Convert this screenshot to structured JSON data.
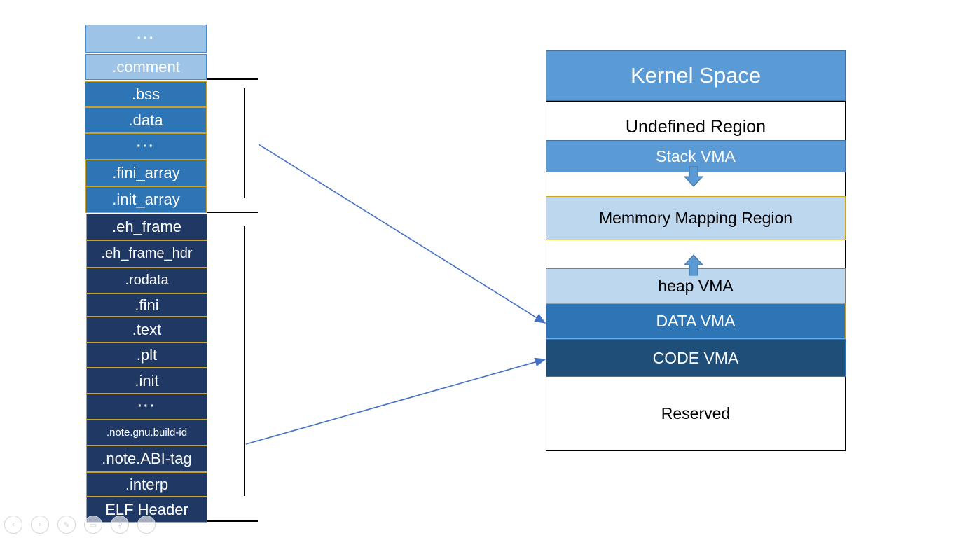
{
  "elf_sections": [
    {
      "label": "···",
      "tone": "light"
    },
    {
      "label": ".comment",
      "tone": "light"
    },
    {
      "label": ".bss",
      "tone": "mid"
    },
    {
      "label": ".data",
      "tone": "mid"
    },
    {
      "label": "···",
      "tone": "mid"
    },
    {
      "label": ".fini_array",
      "tone": "mid"
    },
    {
      "label": ".init_array",
      "tone": "mid"
    },
    {
      "label": ".eh_frame",
      "tone": "dark"
    },
    {
      "label": ".eh_frame_hdr",
      "tone": "dark"
    },
    {
      "label": ".rodata",
      "tone": "dark"
    },
    {
      "label": ".fini",
      "tone": "dark"
    },
    {
      "label": ".text",
      "tone": "dark"
    },
    {
      "label": ".plt",
      "tone": "dark"
    },
    {
      "label": ".init",
      "tone": "dark"
    },
    {
      "label": "···",
      "tone": "dark"
    },
    {
      "label": ".note.gnu.build-id",
      "tone": "dark"
    },
    {
      "label": ".note.ABI-tag",
      "tone": "dark"
    },
    {
      "label": ".interp",
      "tone": "dark"
    },
    {
      "label": "ELF Header",
      "tone": "dark"
    }
  ],
  "memory_regions": [
    {
      "label": "Kernel Space",
      "tone": "kernel"
    },
    {
      "label": "Undefined Region",
      "tone": "white"
    },
    {
      "label": "Stack  VMA",
      "tone": "stack"
    },
    {
      "label": "",
      "tone": "white"
    },
    {
      "label": "Memmory Mapping Region",
      "tone": "mmap"
    },
    {
      "label": "",
      "tone": "white"
    },
    {
      "label": "heap  VMA",
      "tone": "heap"
    },
    {
      "label": "DATA  VMA",
      "tone": "data"
    },
    {
      "label": "CODE  VMA",
      "tone": "code"
    },
    {
      "label": "Reserved",
      "tone": "white"
    }
  ],
  "colors": {
    "light_section": "#9dc3e6",
    "mid_section": "#2e75b6",
    "dark_section": "#1f3864",
    "kernel": "#5b9bd5",
    "stack": "#5b9bd5",
    "mmap": "#bdd7ee",
    "heap": "#bdd7ee",
    "data_vma": "#2e75b6",
    "code_vma": "#1f4e79",
    "arrow": "#4472c4"
  },
  "slideshow_controls": [
    "previous-icon",
    "next-icon",
    "pen-icon",
    "slides-icon",
    "zoom-icon",
    "more-icon"
  ]
}
